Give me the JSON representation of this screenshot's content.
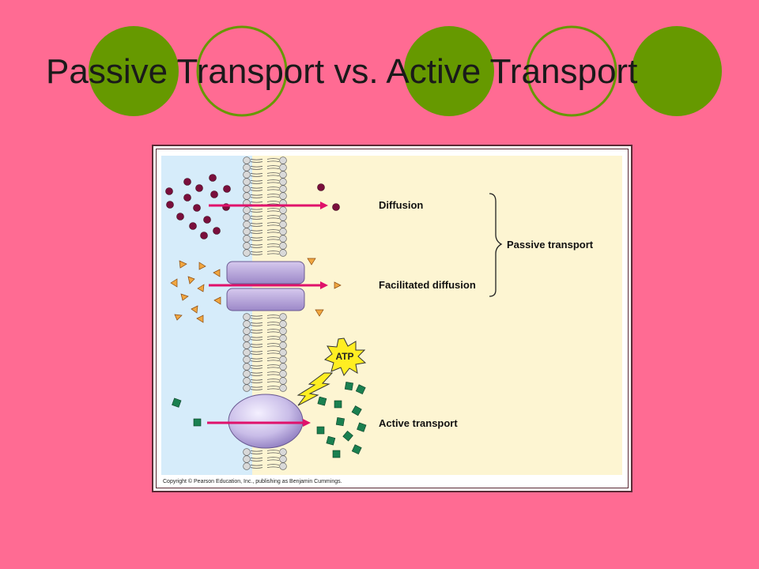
{
  "slide": {
    "title": "Passive Transport vs. Active Transport"
  },
  "diagram": {
    "labels": {
      "diffusion": "Diffusion",
      "facilitated_diffusion": "Facilitated diffusion",
      "active_transport": "Active transport",
      "passive_transport": "Passive transport",
      "atp": "ATP"
    },
    "copyright": "Copyright © Pearson Education, Inc., publishing as Benjamin Cummings."
  },
  "colors": {
    "background": "#ff6b93",
    "circle_fill": "#669900",
    "circle_ring": "#669900",
    "outside_region": "#d6ecfa",
    "inside_region": "#fdf5d2",
    "arrow": "#e0116b",
    "diffusion_particle": "#7a0f3c",
    "facilitated_particle": "#f0a640",
    "active_particle": "#1a8050",
    "channel_protein": "#b7a4d6",
    "pump_protein": "#c9bde8",
    "atp_burst": "#ffee22"
  }
}
